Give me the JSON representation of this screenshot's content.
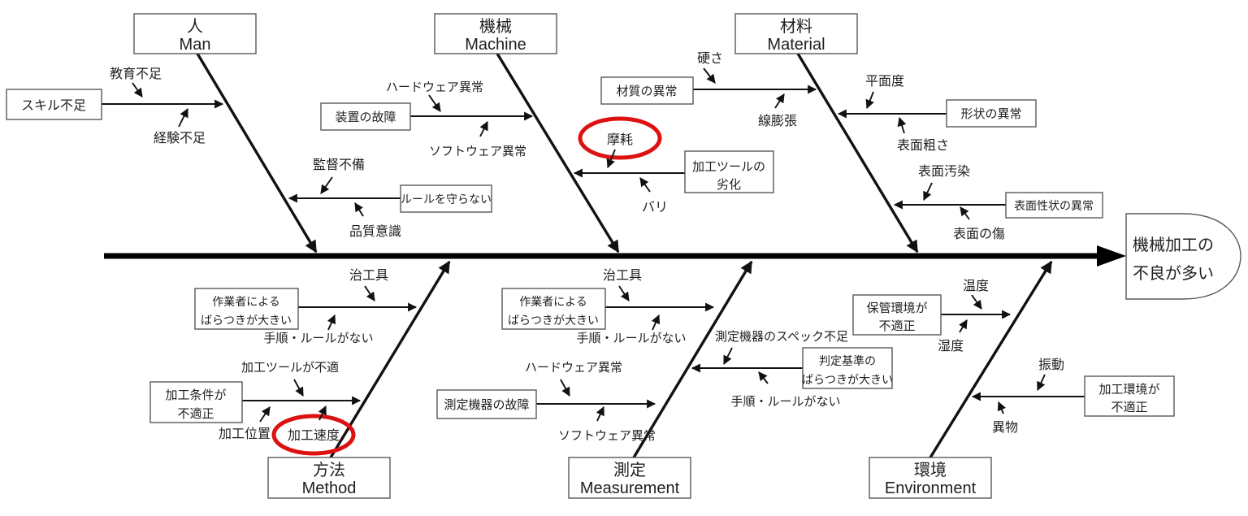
{
  "head": {
    "line1": "機械加工の",
    "line2": "不良が多い"
  },
  "man": {
    "jp": "人",
    "en": "Man",
    "c1": "スキル不足",
    "c1s1": "教育不足",
    "c1s2": "経験不足",
    "c2": "ルールを守らない",
    "c2s1": "監督不備",
    "c2s2": "品質意識"
  },
  "machine": {
    "jp": "機械",
    "en": "Machine",
    "c1": "装置の故障",
    "c1s1": "ハードウェア異常",
    "c1s2": "ソフトウェア異常",
    "c2l1": "加工ツールの",
    "c2l2": "劣化",
    "c2s1": "摩耗",
    "c2s2": "バリ"
  },
  "material": {
    "jp": "材料",
    "en": "Material",
    "c1": "材質の異常",
    "c1s1": "硬さ",
    "c1s2": "線膨張",
    "c2": "形状の異常",
    "c2s1": "平面度",
    "c2s2": "表面粗さ",
    "c3": "表面性状の異常",
    "c3s1": "表面汚染",
    "c3s2": "表面の傷"
  },
  "method": {
    "jp": "方法",
    "en": "Method",
    "c1l1": "作業者による",
    "c1l2": "ばらつきが大きい",
    "c1s1": "治工具",
    "c1s2": "手順・ルールがない",
    "c2l1": "加工条件が",
    "c2l2": "不適正",
    "c2s1": "加工ツールが不適",
    "c2s2": "加工位置",
    "c2s3": "加工速度"
  },
  "measurement": {
    "jp": "測定",
    "en": "Measurement",
    "c1l1": "作業者による",
    "c1l2": "ばらつきが大きい",
    "c1s1": "治工具",
    "c1s2": "手順・ルールがない",
    "c2": "測定機器の故障",
    "c2s1": "ハードウェア異常",
    "c2s2": "ソフトウェア異常",
    "c3l1": "判定基準の",
    "c3l2": "ばらつきが大きい",
    "c3s1": "測定機器のスペック不足",
    "c3s2": "手順・ルールがない"
  },
  "environment": {
    "jp": "環境",
    "en": "Environment",
    "c1l1": "保管環境が",
    "c1l2": "不適正",
    "c1s1": "温度",
    "c1s2": "湿度",
    "c2l1": "加工環境が",
    "c2l2": "不適正",
    "c2s1": "振動",
    "c2s2": "異物"
  },
  "highlighted_items": [
    "摩耗",
    "加工速度"
  ],
  "colors": {
    "line": "#111111",
    "box_border": "#595959",
    "highlight_red": "#dd1111",
    "background": "#ffffff"
  }
}
